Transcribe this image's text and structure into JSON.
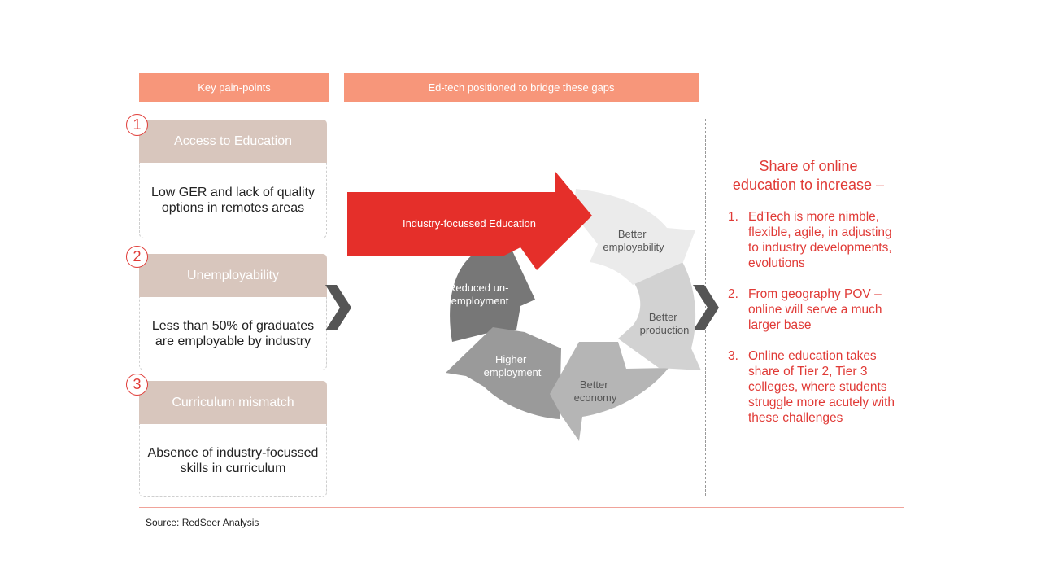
{
  "headers": {
    "left": "Key pain-points",
    "middle": "Ed-tech positioned to bridge these gaps"
  },
  "pain_points": [
    {
      "number": "1",
      "title": "Access to Education",
      "body": "Low GER and lack of quality options in remotes areas"
    },
    {
      "number": "2",
      "title": "Unemployability",
      "body": "Less than 50% of graduates are employable by industry"
    },
    {
      "number": "3",
      "title": "Curriculum mismatch",
      "body": "Absence of industry-focussed skills in curriculum"
    }
  ],
  "cycle": {
    "input_arrow": "Industry-focussed Education",
    "stages": [
      {
        "line1": "Better",
        "line2": "employability"
      },
      {
        "line1": "Better",
        "line2": "production"
      },
      {
        "line1": "Better",
        "line2": "economy"
      },
      {
        "line1": "Higher",
        "line2": "employment"
      },
      {
        "line1": "Reduced un-",
        "line2": "employment"
      }
    ]
  },
  "right": {
    "title_line1": "Share of online",
    "title_line2": "education to increase –",
    "points": [
      {
        "n": "1.",
        "text": "EdTech is more nimble, flexible, agile, in adjusting to industry developments, evolutions"
      },
      {
        "n": "2.",
        "text": "From geography POV – online will serve a much larger base"
      },
      {
        "n": "3.",
        "text": "Online education takes share of Tier 2, Tier 3 colleges, where students struggle more acutely with these challenges"
      }
    ]
  },
  "source": "Source:  RedSeer Analysis",
  "colors": {
    "header_bg": "#f7967a",
    "pain_title_bg": "#d8c6bd",
    "accent_red": "#e03a36",
    "chevron": "#555555"
  }
}
